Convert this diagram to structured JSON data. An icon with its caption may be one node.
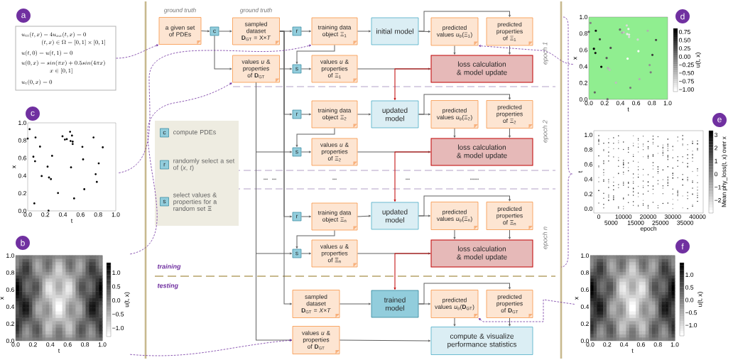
{
  "diagram": {
    "nodes": [
      {
        "text": [
          "a"
        ]
      },
      {
        "text": [
          "u_{tt}(t,x) - 4u_{xx}(t,x) = 0",
          "(t,x) \\in \\Omega = [0,1] \\times [0,1]",
          "u(t,0) = u(t,1) = 0",
          "u(0,x) = sin(\\pi x) + 0.5 sin(4\\pi x)",
          "x \\in [0,1]",
          "u_t(0,x) = 0"
        ]
      },
      {
        "text": [
          "c"
        ]
      },
      {
        "text": [],
        "shape": "picture",
        "beside": [
          "0.0",
          "0.2",
          "0.4",
          "0.6",
          "0.8",
          "1.0",
          "0.0",
          "0.2",
          "0.4",
          "0.6",
          "0.8",
          "1.0",
          "t",
          "x"
        ]
      },
      {
        "text": [
          "b"
        ]
      },
      {
        "text": [],
        "shape": "picture",
        "beside": [
          "0.0",
          "0.2",
          "0.4",
          "0.6",
          "0.8",
          "1.0",
          "0.0",
          "0.2",
          "0.4",
          "0.6",
          "0.8",
          "1.0",
          "t",
          "x",
          "1.0",
          "0.5",
          "0.0",
          "−0.5",
          "−1.0",
          "u(t, x)"
        ]
      },
      {
        "text": [
          "ground truth",
          "a given set of PDEs"
        ]
      },
      {
        "text": [
          "c"
        ]
      },
      {
        "text": [
          "ground truth",
          "sampled dataset **D**$_{GT}$ = X×*T*"
        ]
      },
      {
        "text": [
          "r"
        ]
      },
      {
        "text": [
          "training data object Ξ$_{1}$"
        ]
      },
      {
        "text": [
          "initial model"
        ]
      },
      {
        "text": [
          "predicted values *u*$_{θ}$(Ξ$_{1}$)"
        ]
      },
      {
        "text": [
          "predicted properties of Ξ$_{1}$"
        ]
      },
      {
        "text": [
          "values *u* & properties of **D**$_{GT}$"
        ]
      },
      {
        "text": [
          "s"
        ]
      },
      {
        "text": [
          "values *u* & properties of Ξ$_{1}$"
        ]
      },
      {
        "text": [
          "loss calculation & model update"
        ]
      },
      {
        "text": [
          "r"
        ]
      },
      {
        "text": [
          "training data object Ξ$_{2}$"
        ]
      },
      {
        "text": [
          "updated model"
        ]
      },
      {
        "text": [
          "predicted values *u*$_{θ}$(Ξ$_{2}$)"
        ]
      },
      {
        "text": [
          "predicted properties of Ξ$_{2}$"
        ]
      },
      {
        "text": [
          "s"
        ]
      },
      {
        "text": [
          "values *u* & properties of Ξ$_{2}$"
        ]
      },
      {
        "text": [
          "loss calculation & model update"
        ]
      },
      {
        "text": [
          "r"
        ]
      },
      {
        "text": [
          "training data object Ξ$_{n}$"
        ]
      },
      {
        "text": [
          "updated model"
        ]
      },
      {
        "text": [
          "predicted values *u*$_{θ}$(Ξ$_{n}$)"
        ]
      },
      {
        "text": [
          "predicted properties of Ξ$_{n}$"
        ]
      },
      {
        "text": [
          "s"
        ]
      },
      {
        "text": [
          "values *u* & properties of Ξ$_{n}$"
        ]
      },
      {
        "text": [
          "loss calculation & model update"
        ]
      },
      {
        "text": [
          "sampled dataset **D**$_{GT}$ = *X*×*T*"
        ]
      },
      {
        "text": [
          "trained model"
        ]
      },
      {
        "text": [
          "predicted values *u*$_{θ}$(**D**$_{GT}$)"
        ]
      },
      {
        "text": [
          "predicted properties of **D**$_{GT}$"
        ]
      },
      {
        "text": [
          "values *u* & properties of **D**$_{GT}$"
        ]
      },
      {
        "text": [
          "compute & visualize performance statistics"
        ]
      },
      {
        "text": [],
        "shape": "box"
      },
      {
        "text": [
          "c"
        ],
        "in": 40,
        "beside": [
          "compute PDEs"
        ]
      },
      {
        "text": [
          "r"
        ],
        "in": 40,
        "beside": [
          "randomly select a set of (*x*, *t*)"
        ]
      },
      {
        "text": [
          "s"
        ],
        "in": 40,
        "beside": [
          "select values & properties for a random set **Ξ**"
        ]
      },
      {
        "text": [
          "d"
        ]
      },
      {
        "text": [],
        "shape": "picture",
        "beside": [
          "0.0",
          "0.2",
          "0.4",
          "0.6",
          "0.8",
          "1.0",
          "0.0",
          "0.2",
          "0.4",
          "0.6",
          "0.8",
          "1.0",
          "t",
          "x",
          "0.75",
          "0.50",
          "0.25",
          "0.00",
          "−0.25",
          "−0.50",
          "−0.75",
          "−1.00",
          "u(t, x)"
        ]
      },
      {
        "text": [
          "e"
        ]
      },
      {
        "text": [],
        "shape": "picture",
        "beside": [
          "0",
          "5000",
          "10000",
          "15000",
          "20000",
          "25000",
          "30000",
          "35000",
          "40000",
          "0.0",
          "0.2",
          "0.4",
          "0.6",
          "0.8",
          "1.0",
          "epoch",
          "t",
          "3",
          "2",
          "1",
          "0",
          "−1",
          "−2",
          "Mean phy_loss(t, x) over x"
        ]
      },
      {
        "text": [
          "f"
        ]
      },
      {
        "text": [],
        "shape": "picture",
        "beside": [
          "0.0",
          "0.2",
          "0.4",
          "0.6",
          "0.8",
          "1.0",
          "0.0",
          "0.2",
          "0.4",
          "0.6",
          "0.8",
          "1.0",
          "t",
          "x",
          "1.0",
          "0.5",
          "0.0",
          "−0.5",
          "−1.0",
          "u(t, x)"
        ]
      }
    ],
    "edges": [
      {
        "from": 6,
        "to": 7,
        "arrow": "to"
      },
      {
        "from": 7,
        "to": 8,
        "arrow": "to"
      },
      {
        "from": 7,
        "to": 14,
        "arrow": "to"
      },
      {
        "from": 8,
        "to": 9,
        "arrow": "to"
      },
      {
        "from": 8,
        "to": 18,
        "arrow": "to"
      },
      {
        "from": 8,
        "to": 26,
        "arrow": "to"
      },
      {
        "from": 8,
        "to": 34,
        "arrow": "to"
      },
      {
        "from": 14,
        "to": 15,
        "arrow": "to"
      },
      {
        "from": 14,
        "to": 23,
        "arrow": "to"
      },
      {
        "from": 14,
        "to": 31,
        "arrow": "to"
      },
      {
        "from": 14,
        "to": 38,
        "arrow": "to"
      },
      {
        "from": 9,
        "to": 10,
        "arrow": "to"
      },
      {
        "from": 10,
        "to": 11,
        "arrow": "to"
      },
      {
        "from": 11,
        "to": 12,
        "arrow": "to"
      },
      {
        "from": 11,
        "to": 13,
        "arrow": "to"
      },
      {
        "from": 10,
        "to": 15,
        "arrow": "to"
      },
      {
        "from": 15,
        "to": 16,
        "arrow": "to"
      },
      {
        "from": 16,
        "to": 17,
        "arrow": "to"
      },
      {
        "from": 12,
        "to": 17,
        "arrow": "to"
      },
      {
        "from": 13,
        "to": 17,
        "arrow": "to"
      },
      {
        "from": 17,
        "to": 20,
        "arrow": "to",
        "color": "#c00000"
      },
      {
        "from": 18,
        "to": 19,
        "arrow": "to"
      },
      {
        "from": 19,
        "to": 20,
        "arrow": "to"
      },
      {
        "from": 20,
        "to": 21,
        "arrow": "to"
      },
      {
        "from": 20,
        "to": 22,
        "arrow": "to"
      },
      {
        "from": 19,
        "to": 23,
        "arrow": "to"
      },
      {
        "from": 23,
        "to": 24,
        "arrow": "to"
      },
      {
        "from": 24,
        "to": 25,
        "arrow": "to"
      },
      {
        "from": 21,
        "to": 25,
        "arrow": "to"
      },
      {
        "from": 22,
        "to": 25,
        "arrow": "to"
      },
      {
        "from": 25,
        "to": 28,
        "arrow": "to",
        "color": "#c00000"
      },
      {
        "from": 26,
        "to": 27,
        "arrow": "to"
      },
      {
        "from": 27,
        "to": 28,
        "arrow": "to"
      },
      {
        "from": 28,
        "to": 29,
        "arrow": "to"
      },
      {
        "from": 28,
        "to": 30,
        "arrow": "to"
      },
      {
        "from": 27,
        "to": 31,
        "arrow": "to"
      },
      {
        "from": 31,
        "to": 32,
        "arrow": "to"
      },
      {
        "from": 32,
        "to": 33,
        "arrow": "to"
      },
      {
        "from": 29,
        "to": 33,
        "arrow": "to"
      },
      {
        "from": 30,
        "to": 33,
        "arrow": "to"
      },
      {
        "from": 33,
        "to": 35,
        "arrow": "to",
        "color": "#c00000"
      },
      {
        "from": 34,
        "to": 35,
        "arrow": "to"
      },
      {
        "from": 35,
        "to": 36,
        "arrow": "to"
      },
      {
        "from": 35,
        "to": 37,
        "arrow": "to"
      },
      {
        "from": 36,
        "to": 39,
        "arrow": "to"
      },
      {
        "from": 37,
        "to": 39,
        "arrow": "to"
      },
      {
        "from": 38,
        "to": 39,
        "arrow": "to"
      },
      {
        "from": 1,
        "to": 6,
        "arrow": "to",
        "style": "dashed",
        "color": "#7030a0"
      },
      {
        "from": 3,
        "to": 10,
        "arrow": "to",
        "style": "dashed",
        "color": "#7030a0"
      },
      {
        "from": 5,
        "to": 14,
        "arrow": "to",
        "style": "dashed",
        "color": "#7030a0"
      },
      {
        "from": 5,
        "to": 38,
        "arrow": "to",
        "style": "dashed",
        "color": "#7030a0"
      },
      {
        "from": 45,
        "to": 12,
        "arrow": "to",
        "style": "dashed",
        "color": "#7030a0"
      },
      {
        "from": 49,
        "to": 36,
        "arrow": "to",
        "style": "dashed",
        "color": "#7030a0"
      }
    ],
    "labels": [
      "epoch 1",
      "epoch 2",
      "•••",
      "•••",
      "•••",
      "•••",
      "••••••",
      "epoch n",
      "training",
      "testing"
    ]
  }
}
